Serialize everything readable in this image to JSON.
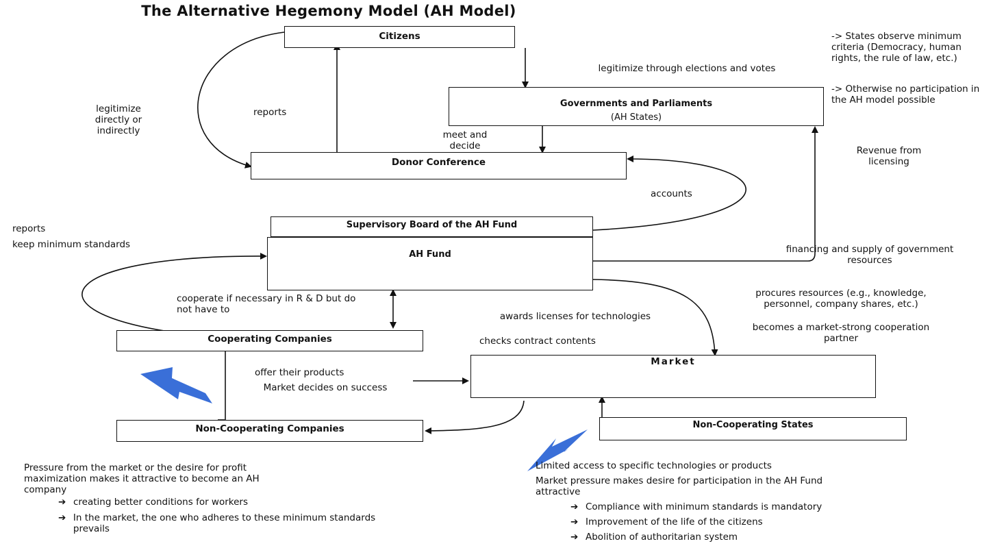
{
  "title": "The Alternative Hegemony Model (AH Model)",
  "nodes": {
    "citizens": "Citizens",
    "governments": "Governments and Parliaments",
    "ah_states": "(AH States)",
    "donor_conference": "Donor Conference",
    "supervisory_board": "Supervisory Board of the AH Fund",
    "ah_fund": "AH Fund",
    "cooperating_companies": "Cooperating Companies",
    "non_cooperating_companies": "Non-Cooperating Companies",
    "market": "Market",
    "non_cooperating_states": "Non-Cooperating States"
  },
  "labels": {
    "legitimize_elections": "legitimize through elections and votes",
    "states_criteria": "-> States observe minimum criteria (Democracy, human rights, the rule of law, etc.)",
    "otherwise_no": "-> Otherwise no participation in the AH model possible",
    "legitimize_directly": "legitimize directly or indirectly",
    "reports_top": "reports",
    "meet_decide": "meet and decide",
    "revenue_licensing": "Revenue from licensing",
    "accounts": "accounts",
    "reports_left": "reports",
    "keep_minimum": "keep minimum standards",
    "financing_supply": "financing and supply of government resources",
    "cooperate": "cooperate if necessary in R & D but do not have to",
    "procures": "procures resources (e.g., knowledge, personnel, company shares, etc.)",
    "awards_licenses": "awards licenses for technologies",
    "checks_contract": "checks contract contents",
    "market_strong": "becomes a market-strong cooperation partner",
    "offer_products": "offer their products",
    "market_decides": "Market decides on success"
  },
  "notes_left": {
    "intro": "Pressure from the market or the desire for profit maximization makes it attractive to become an AH company",
    "bullets": [
      "creating better conditions for workers",
      "In the market, the one who adheres to these minimum standards prevails"
    ]
  },
  "notes_right": {
    "line1": "Limited access to specific technologies or products",
    "line2": "Market pressure makes desire for participation in the AH Fund attractive",
    "bullets": [
      "Compliance with minimum standards is mandatory",
      "Improvement of the life of the citizens",
      "Abolition of authoritarian system"
    ]
  },
  "colors": {
    "lightning": "#3a6fd8",
    "line": "#111111"
  }
}
